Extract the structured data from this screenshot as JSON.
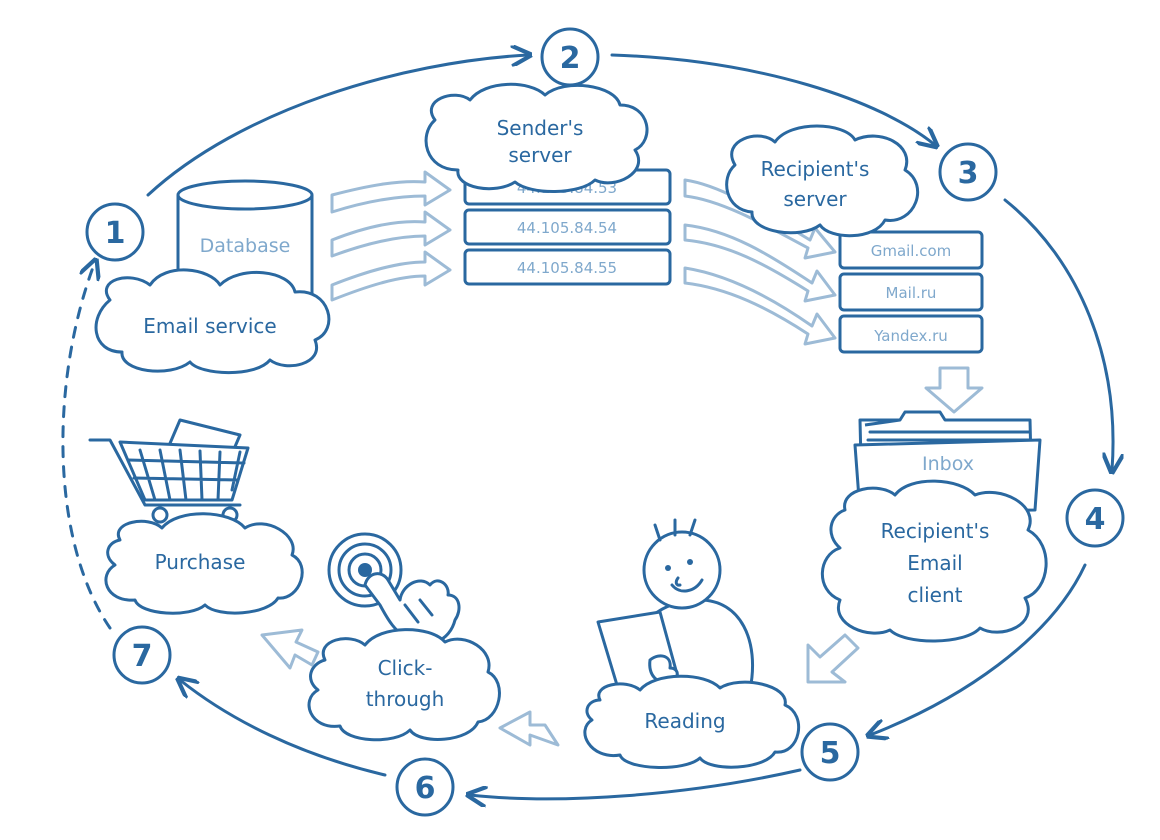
{
  "steps": [
    "1",
    "2",
    "3",
    "4",
    "5",
    "6",
    "7"
  ],
  "nodes": {
    "database": "Database",
    "email_service": "Email service",
    "senders_server_line1": "Sender's",
    "senders_server_line2": "server",
    "ip1": "44.105.84.53",
    "ip2": "44.105.84.54",
    "ip3": "44.105.84.55",
    "recipients_server_line1": "Recipient's",
    "recipients_server_line2": "server",
    "domain1": "Gmail.com",
    "domain2": "Mail.ru",
    "domain3": "Yandex.ru",
    "inbox": "Inbox",
    "client_line1": "Recipient's",
    "client_line2": "Email",
    "client_line3": "client",
    "reading": "Reading",
    "click_line1": "Click-",
    "click_line2": "through",
    "purchase": "Purchase"
  },
  "colors": {
    "primary": "#2a68a0",
    "light": "#7fa8cc",
    "ghost_arrow": "#9dbbd6"
  }
}
